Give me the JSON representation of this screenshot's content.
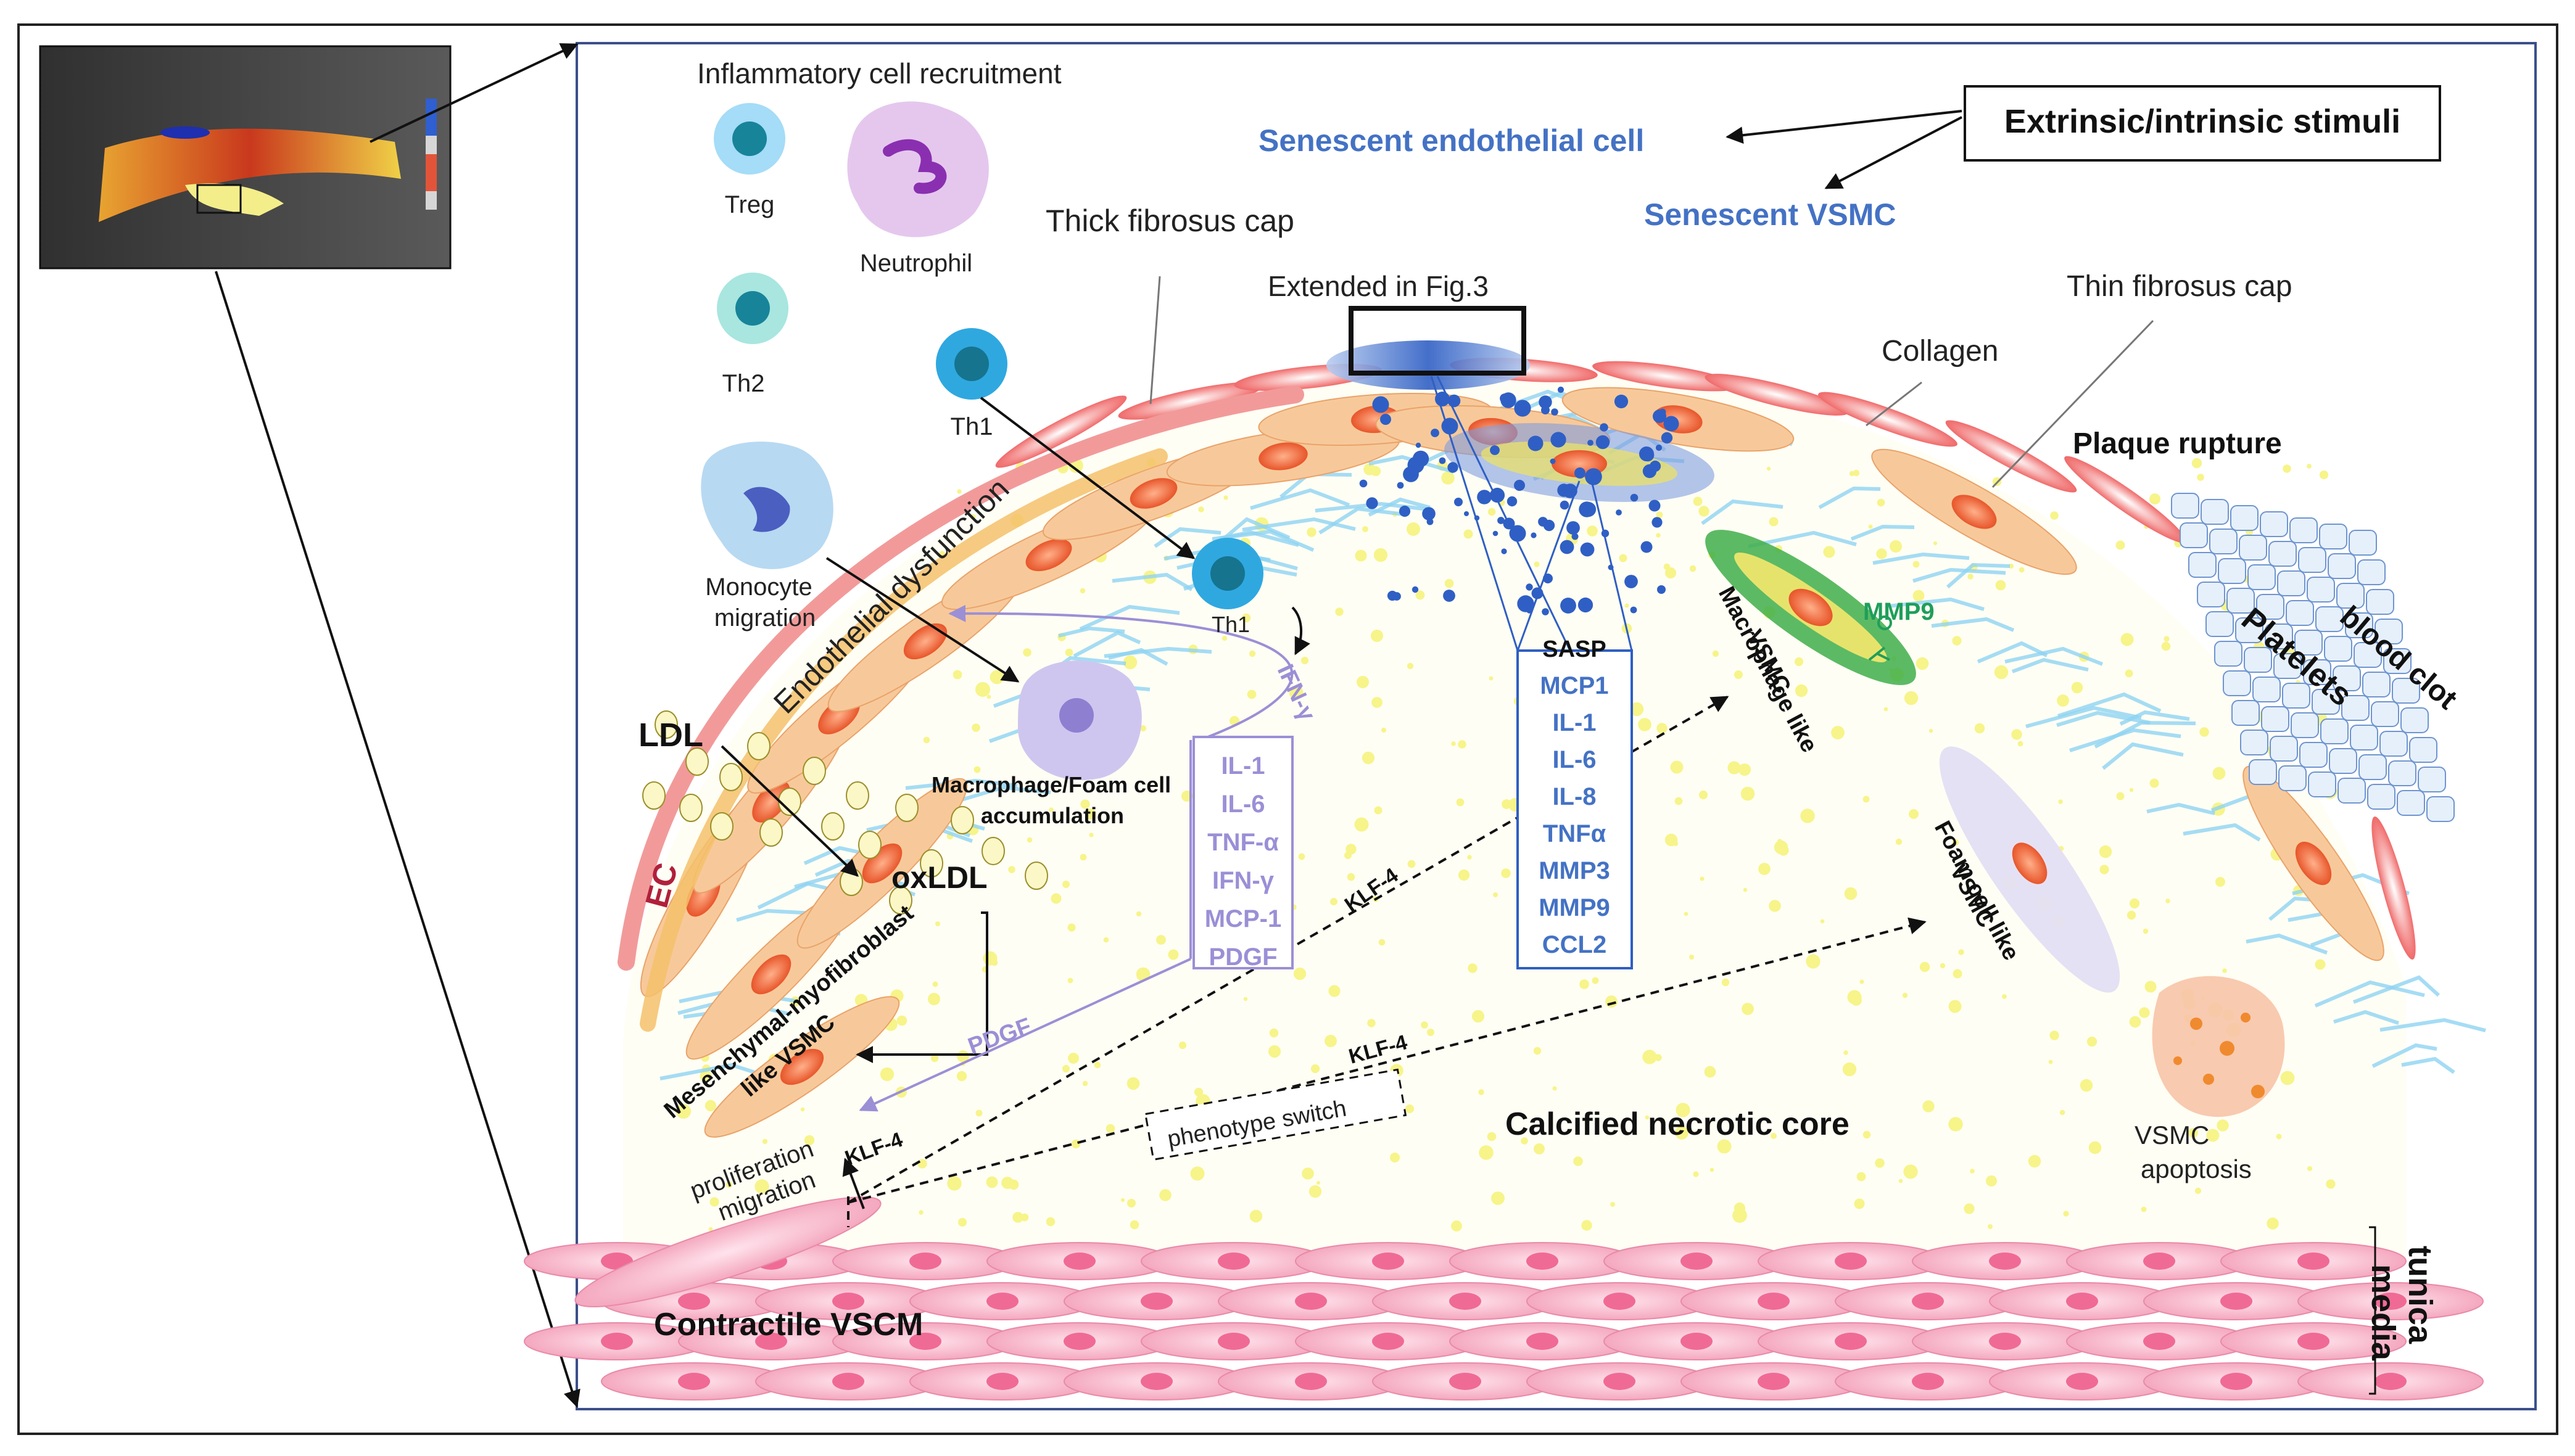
{
  "labels": {
    "recruitment": "Inflammatory cell recruitment",
    "treg": "Treg",
    "th2": "Th2",
    "th1_top": "Th1",
    "th1_mid": "Th1",
    "neutrophil": "Neutrophil",
    "thick_cap": "Thick fibrosus cap",
    "extended": "Extended  in  Fig.3",
    "sen_endo": "Senescent endothelial cell",
    "sen_vsmc": "Senescent VSMC",
    "stimuli": "Extrinsic/intrinsic stimuli",
    "collagen": "Collagen",
    "thin_cap": "Thin fibrosus cap",
    "rupture": "Plaque rupture",
    "blood_clot": "blood clot",
    "platelets": "Platelets",
    "monocyte_1": "Monocyte",
    "monocyte_2": "migration",
    "endo_dys": "Endothelial dysfunction",
    "ifn": "IFN-γ",
    "ldl": "LDL",
    "oxldl": "oxLDL",
    "ec": "EC",
    "mac_1": "Macrophage/Foam cell",
    "mac_2": "accumulation",
    "mesen_1": "Mesenchymal-myofibroblast",
    "mesen_2": "like VSMC",
    "pdgf_arrow": "PDGF",
    "prolif_1": "proliferation",
    "prolif_2": "migration",
    "klf_a": "KLF-4",
    "klf_b": "KLF-4",
    "klf_c": "KLF-4",
    "phenotype": "phenotype switch",
    "necrotic": "Calcified necrotic core",
    "macl_1": "Macrophage like",
    "macl_2": "VSMC",
    "mmp9": "MMP9",
    "foam_1": "Foam cell like",
    "foam_2": "VSMC",
    "apop_1": "VSMC",
    "apop_2": "apoptosis",
    "contractile": "Contractile VSCM",
    "tunica_1": "tunica",
    "tunica_2": "media",
    "sasp_title": "SASP",
    "inflam_list": [
      "IL-1",
      "IL-6",
      "TNF-α",
      "IFN-γ",
      "MCP-1",
      "PDGF"
    ],
    "sasp_list": [
      "MCP1",
      "IL-1",
      "IL-6",
      "IL-8",
      "TNFα",
      "MMP3",
      "MMP9",
      "CCL2"
    ]
  },
  "colors": {
    "blue_text": "#4472c4",
    "lavender": "#9b8fd6",
    "green": "#1f9e5a",
    "cell_orange": "#f7c99a",
    "nucleus": "#f26b3a",
    "media_pink": "#f6b8c8",
    "lipid": "#f7f48a",
    "collagen": "#8fd3f2"
  }
}
